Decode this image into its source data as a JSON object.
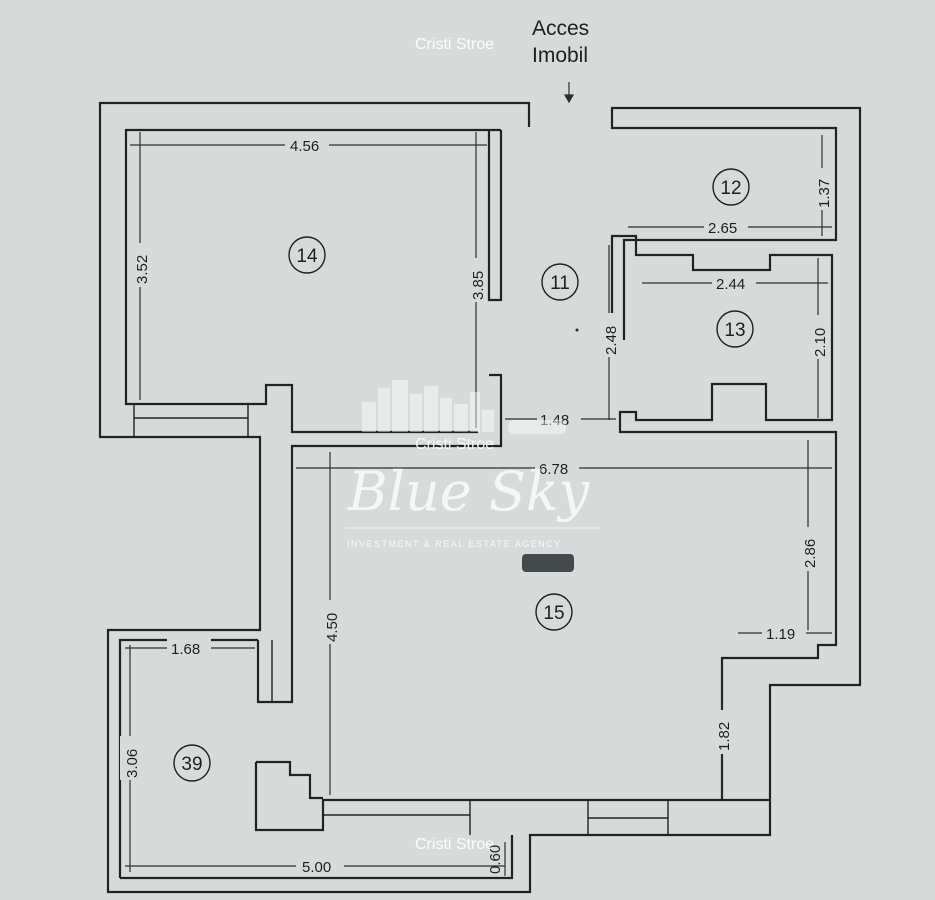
{
  "access": {
    "line1": "Acces",
    "line2": "Imobil"
  },
  "rooms": [
    "14",
    "11",
    "12",
    "13",
    "15",
    "39"
  ],
  "dimensions": {
    "d1": "4.56",
    "d2": "3.52",
    "d3": "3.85",
    "d4": "1.37",
    "d5": "2.65",
    "d6": "2.44",
    "d7": "2.48",
    "d8": "2.10",
    "d9": "1.48",
    "d10": "6.78",
    "d11": "2.86",
    "d12": "4.50",
    "d13": "1.19",
    "d14": "1.68",
    "d15": "1.82",
    "d16": "3.06",
    "d17": "5.00",
    "d18": "0.60"
  },
  "watermark": {
    "author": "Cristi Stroe",
    "brand": "Blue Sky",
    "tagline": "INVESTMENT & REAL ESTATE AGENCY"
  },
  "colors": {
    "paper": "#d6dbd9",
    "ink": "#1e2426",
    "watermark": "#ffffff"
  }
}
